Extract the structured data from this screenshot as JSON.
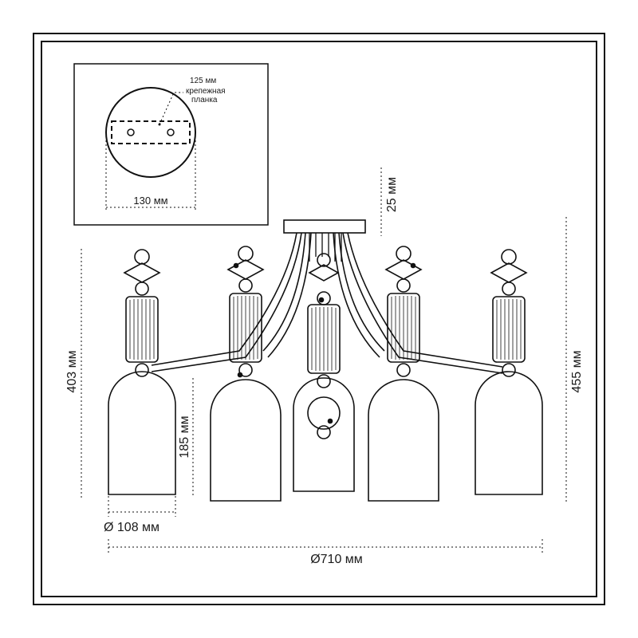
{
  "inset": {
    "plate_length": "125 мм",
    "mount_label_line1": "крепежная",
    "mount_label_line2": "планка",
    "canopy_diameter": "130 мм"
  },
  "dimensions": {
    "canopy_height": "25 мм",
    "total_height": "455 мм",
    "arm_height": "403 мм",
    "shade_height": "185 мм",
    "shade_diameter": "Ø 108 мм",
    "overall_diameter": "Ø710 мм"
  }
}
